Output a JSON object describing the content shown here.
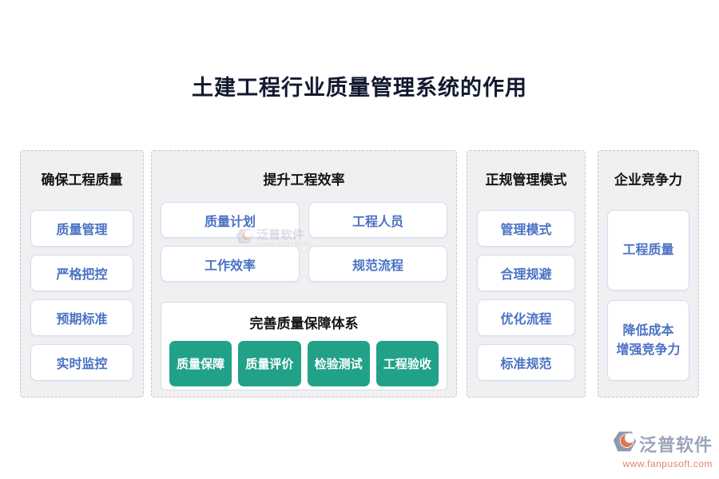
{
  "title": "土建工程行业质量管理系统的作用",
  "columns": [
    {
      "header": "确保工程质量",
      "items": [
        "质量管理",
        "严格把控",
        "预期标准",
        "实时监控"
      ]
    },
    {
      "header": "提升工程效率",
      "grid_items": [
        "质量计划",
        "工程人员",
        "工作效率",
        "规范流程"
      ],
      "sub_panel": {
        "header": "完善质量保障体系",
        "buttons": [
          "质量保障",
          "质量评价",
          "检验测试",
          "工程验收"
        ]
      }
    },
    {
      "header": "正规管理模式",
      "items": [
        "管理模式",
        "合理规避",
        "优化流程",
        "标准规范"
      ]
    },
    {
      "header": "企业竞争力",
      "items": [
        "工程质量",
        "降低成本\n增强竞争力"
      ]
    }
  ],
  "watermark": {
    "name": "泛普软件",
    "subtext": "FANPU SOFTWARE"
  },
  "footer_logo": {
    "name": "泛普软件",
    "url": "www.fanpusoft.com"
  },
  "colors": {
    "title_text": "#10192e",
    "column_background": "#f0f0f2",
    "column_dashed_border": "#c6c6cc",
    "card_border": "#d2ddf0",
    "card_text_blue": "#4a72c4",
    "green_button": "#21a288",
    "green_button_text": "#ffffff",
    "subpanel_border": "#cfe2dc",
    "logo_text": "#9aa5ba",
    "logo_url": "#e08663"
  }
}
